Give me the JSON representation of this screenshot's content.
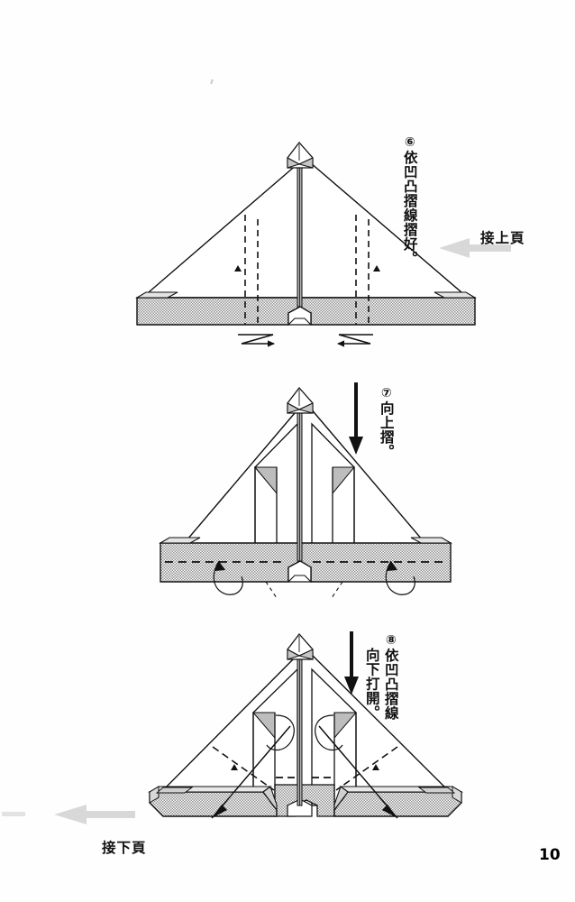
{
  "document": {
    "type": "origami-instruction-page",
    "page_number": "10",
    "language": "zh-Hant"
  },
  "steps": [
    {
      "id": "step-6",
      "marker": "⑥",
      "caption": "依凹凸摺線摺好。",
      "caption_columns": [
        "依凹凸摺線摺好。"
      ],
      "description": "Fold along the mountain and valley crease lines.",
      "has_down_arrow": false
    },
    {
      "id": "step-7",
      "marker": "⑦",
      "caption": "向上摺。",
      "caption_columns": [
        "向上摺。"
      ],
      "description": "Fold upward.",
      "has_down_arrow": true
    },
    {
      "id": "step-8",
      "marker": "⑧",
      "caption": "依凹凸摺線向下打開。",
      "caption_columns": [
        "依凹凸摺線",
        "向下打開。"
      ],
      "description": "Open downward along the mountain and valley crease lines.",
      "has_down_arrow": true
    }
  ],
  "page_links": {
    "previous": {
      "label": "接上頁",
      "direction": "left",
      "arrow_color": "#d5d5d5"
    },
    "next": {
      "label": "接下頁",
      "direction": "left",
      "arrow_color": "#d5d5d5"
    }
  },
  "colors": {
    "paper_shade": "#b9b9b9",
    "paper_shade_light": "#cfcfcf",
    "paper_white": "#ffffff",
    "outline": "#111111",
    "crease_dash": "#111111",
    "arrow_gray": "#d5d5d5",
    "background": "#fefefe"
  },
  "legend": {
    "solid_line": "paper edge",
    "dashed_line": "crease line",
    "z_arrow": "pleat fold",
    "curved_arrow": "fold over / rotate",
    "solid_triangle": "crease direction marker"
  }
}
